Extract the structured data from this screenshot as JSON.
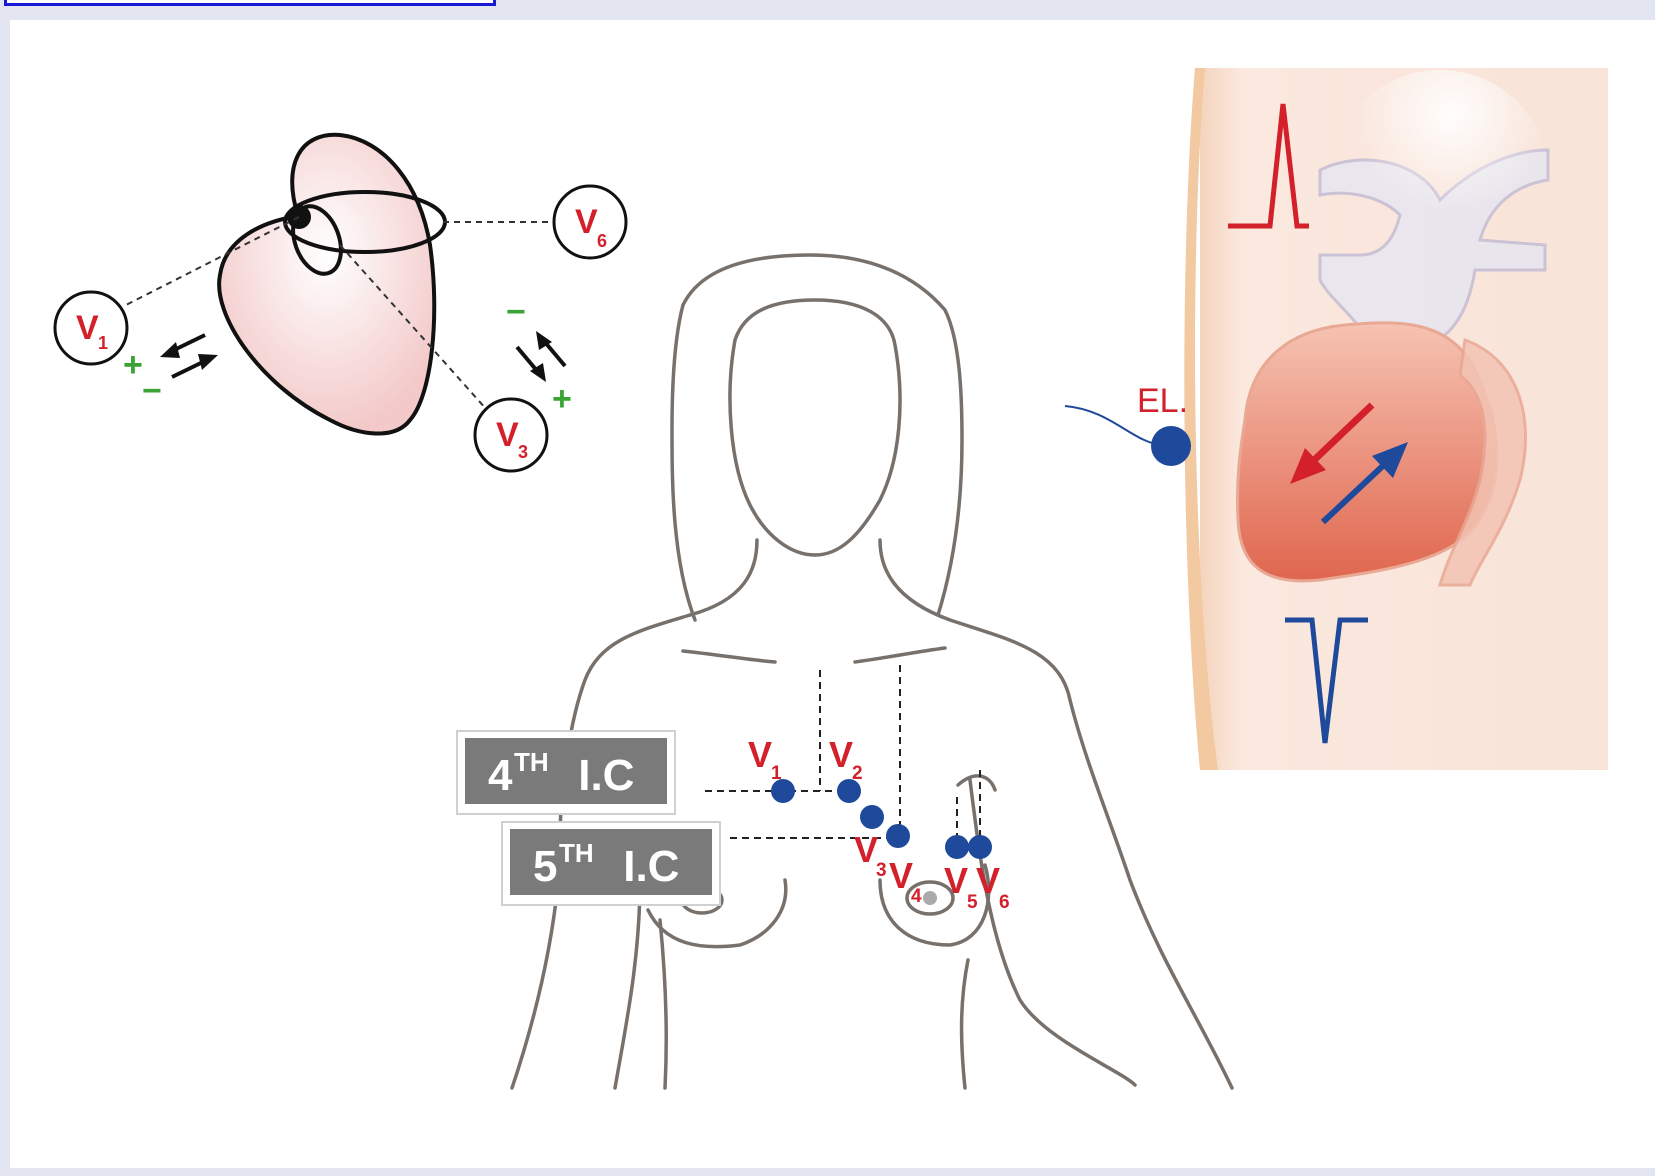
{
  "colors": {
    "lead_red": "#d4202a",
    "electrode_blue": "#1f4a9b",
    "sign_green": "#3aa335",
    "label_box_gray": "#7a7a7a",
    "skin_panel": "#f9e5da",
    "body_outline": "#77706b"
  },
  "vector_diagram": {
    "leads": [
      {
        "main": "V",
        "sub": "1"
      },
      {
        "main": "V",
        "sub": "6"
      },
      {
        "main": "V",
        "sub": "3"
      }
    ],
    "signs": {
      "plus": "+",
      "minus": "−"
    }
  },
  "torso": {
    "ic_labels": [
      {
        "main": "4",
        "sup": "TH",
        "rest": " I.C"
      },
      {
        "main": "5",
        "sup": "TH",
        "rest": " I.C"
      }
    ],
    "electrodes": [
      {
        "main": "V",
        "sub": "1"
      },
      {
        "main": "V",
        "sub": "2"
      },
      {
        "main": "V",
        "sub": "3"
      },
      {
        "main": "V",
        "sub": "4"
      },
      {
        "main": "V",
        "sub": "5"
      },
      {
        "main": "V",
        "sub": "6"
      }
    ]
  },
  "heart_panel": {
    "electrode_label": "EL."
  }
}
